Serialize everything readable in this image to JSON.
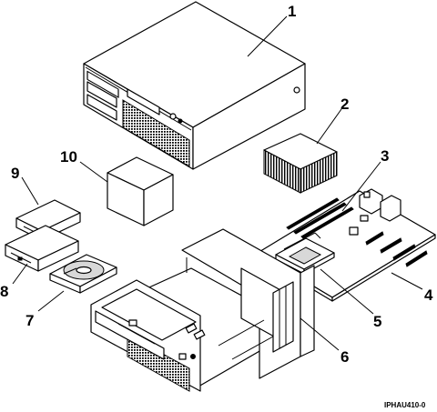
{
  "diagram": {
    "callouts": [
      {
        "id": 1,
        "label": "1"
      },
      {
        "id": 2,
        "label": "2"
      },
      {
        "id": 3,
        "label": "3"
      },
      {
        "id": 4,
        "label": "4"
      },
      {
        "id": 5,
        "label": "5"
      },
      {
        "id": 6,
        "label": "6"
      },
      {
        "id": 7,
        "label": "7"
      },
      {
        "id": 8,
        "label": "8"
      },
      {
        "id": 9,
        "label": "9"
      },
      {
        "id": 10,
        "label": "10"
      }
    ],
    "figure_id": "IPHAU410-0"
  }
}
